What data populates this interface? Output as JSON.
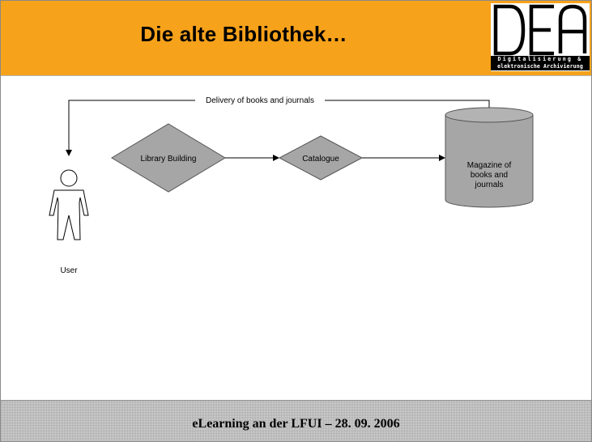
{
  "header": {
    "title": "Die alte Bibliothek…",
    "logo": {
      "letters": "DEA",
      "line1": "Digitalisierung &",
      "line2": "elektronische Archivierung"
    },
    "background_color": "#f7a21b"
  },
  "diagram": {
    "feedback_label": "Delivery of books and journals",
    "nodes": {
      "user": "User",
      "library_building": "Library Building",
      "catalogue": "Catalogue",
      "magazine": {
        "line1": "Magazine of",
        "line2": "books and",
        "line3": "journals"
      }
    },
    "shape_fill": "#a6a6a6"
  },
  "footer": {
    "text": "eLearning an der LFUI – 28. 09. 2006"
  }
}
